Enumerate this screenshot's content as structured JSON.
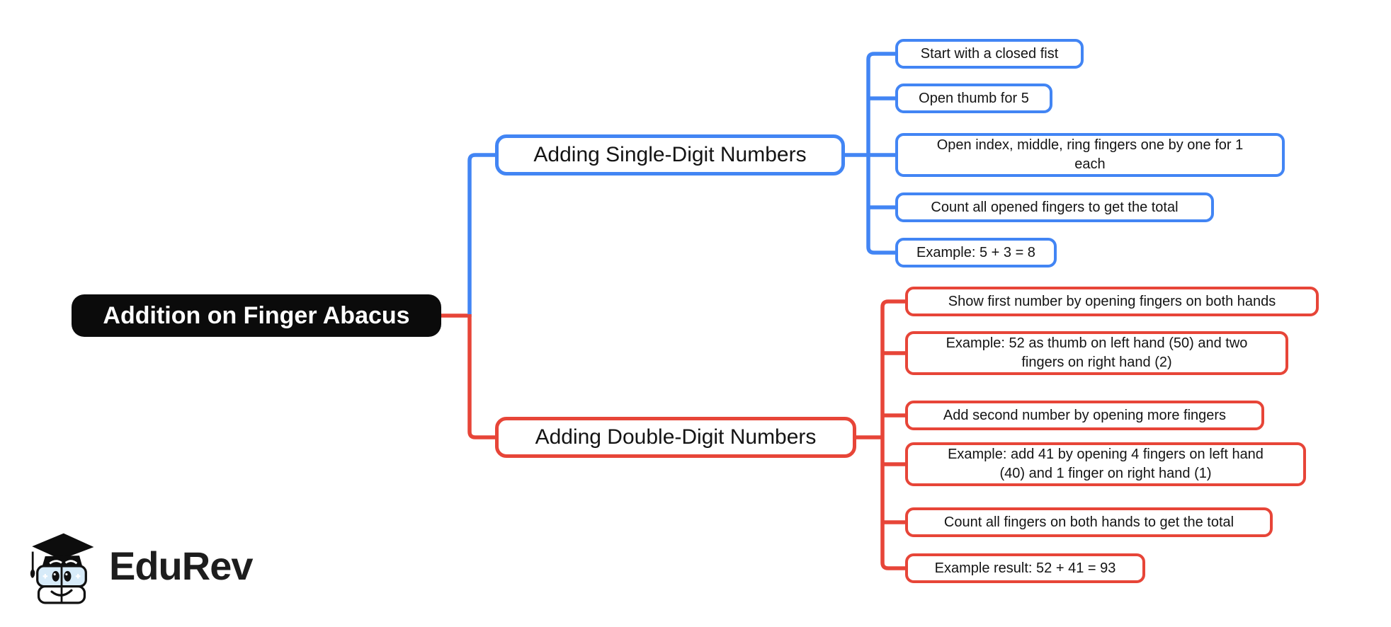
{
  "colors": {
    "background": "#FFFFFF",
    "blue": "#4285F4",
    "red": "#E74538",
    "root_bg": "#0B0B0B",
    "root_text": "#FFFFFF",
    "node_text": "#141414"
  },
  "root": {
    "label": "Addition on Finger Abacus"
  },
  "branches": [
    {
      "label": "Adding Single-Digit Numbers",
      "color": "#4285F4",
      "children": [
        "Start with a closed fist",
        "Open thumb for 5",
        "Open index, middle, ring fingers one by one for 1\neach",
        "Count all opened fingers to get the total",
        "Example: 5 + 3 = 8"
      ]
    },
    {
      "label": "Adding Double-Digit Numbers",
      "color": "#E74538",
      "children": [
        "Show first number by opening fingers on both hands",
        "Example: 52 as thumb on left hand (50) and two\nfingers on right hand (2)",
        "Add second number by opening more fingers",
        "Example: add 41 by opening 4 fingers on left hand\n(40) and 1 finger on right hand (1)",
        "Count all fingers on both hands to get the total",
        "Example result: 52 + 41 = 93"
      ]
    }
  ],
  "logo": {
    "text": "EduRev"
  }
}
